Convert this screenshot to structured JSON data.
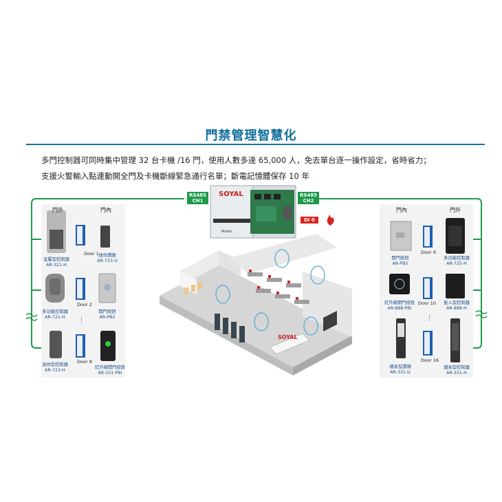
{
  "title": "門禁管理智慧化",
  "description": {
    "line1": "多門控制器可同時集中管理 32 台卡機 /16 門，使用人數多達 65,000 人，免去單台逐一操作設定，省時省力；",
    "line2": "支援火警輸入點連動開全門及卡機斷線緊急通行名單；斷電記憶體保存 10 年"
  },
  "controller": {
    "brand": "SOYAL",
    "model_label": "Model:",
    "rs485_ch1": [
      "RS485",
      "CH1"
    ],
    "rs485_ch2": [
      "RS485",
      "CH2"
    ],
    "fire_input": "DI 0"
  },
  "left_panel": {
    "outer_title": "門外",
    "inner_title": "門內",
    "doors": [
      "Door 1",
      "Door 2",
      "Door 8"
    ],
    "outer_devices": [
      {
        "name": "金屬型控制器",
        "model": "AR-321-H"
      },
      {
        "name": "多功能控制器",
        "model": "AR-721-H"
      },
      {
        "name": "迷你型控制器",
        "model": "AR-723-H"
      }
    ],
    "inner_devices": [
      {
        "name": "迷你讀頭",
        "model": "AR-723-U"
      },
      {
        "name": "開門按鈕",
        "model": "AR-PB2"
      },
      {
        "name": "紅外線開門按鈕",
        "model": "AR-101-PBI"
      }
    ]
  },
  "right_panel": {
    "inner_title": "門內",
    "outer_title": "門外",
    "doors": [
      "Door 9",
      "Door 10",
      "Door 16"
    ],
    "inner_devices": [
      {
        "name": "開門按鈕",
        "model": "AR-PB5"
      },
      {
        "name": "紅外線開門按鈕",
        "model": "AR-888-PBI"
      },
      {
        "name": "細長型讀頭",
        "model": "AR-331-U"
      }
    ],
    "outer_devices": [
      {
        "name": "多功能控制器",
        "model": "AR-725-H"
      },
      {
        "name": "嵌入型控制器",
        "model": "AR-888-H"
      },
      {
        "name": "細長型控制器",
        "model": "AR-331-H"
      }
    ]
  },
  "building_sign": "SOYAL",
  "colors": {
    "title": "#0f6e9a",
    "wire": "#1d9a4a",
    "door_blue": "#1f5fb0",
    "fire_red": "#d8241f",
    "brand_red": "#c8201d",
    "label_blue": "#1a4e8a"
  }
}
